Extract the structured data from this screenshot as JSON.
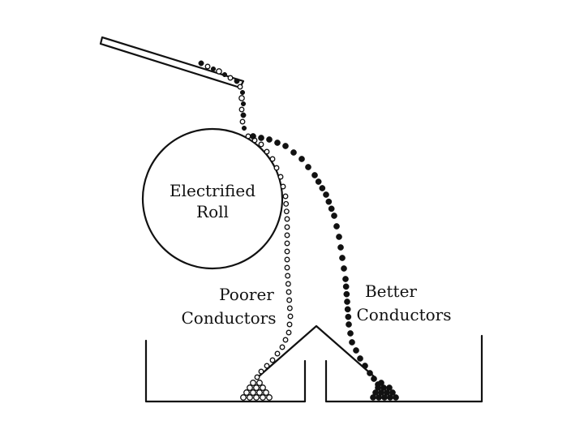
{
  "roll": {
    "label_line1": "Electrified",
    "label_line2": "Roll"
  },
  "poorer": {
    "label_line1": "Poorer",
    "label_line2": "Conductors"
  },
  "better": {
    "label_line1": "Better",
    "label_line2": "Conductors"
  },
  "colors": {
    "ink": "#111111",
    "background": "#ffffff",
    "open_particle_fill": "#ffffff"
  }
}
